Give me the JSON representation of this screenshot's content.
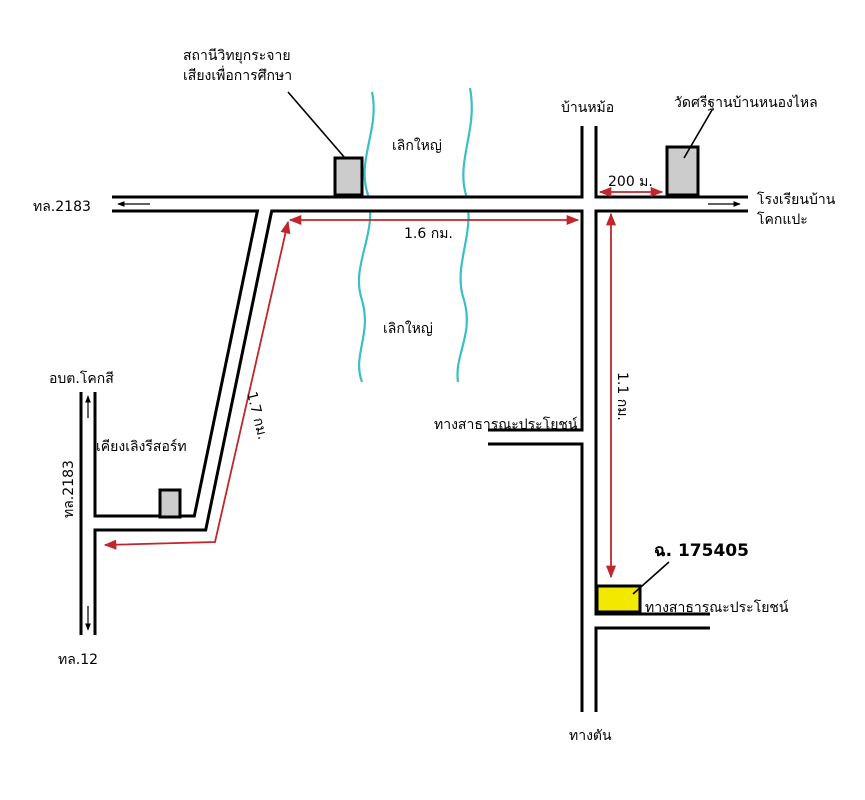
{
  "places": {
    "radio_station_line1": "สถานีวิทยุกระจาย",
    "radio_station_line2": "เสียงเพื่อการศึกษา",
    "temple": "วัดศรีฐานบ้านหนองไหล",
    "ban_mo": "บ้านหม้อ",
    "school_line1": "โรงเรียนบ้าน",
    "school_line2": "โคกแปะ",
    "lerk_yai_top": "เลิกใหญ่",
    "lerk_yai_mid": "เลิกใหญ่",
    "tao_kok_si": "อบต.โคกสี",
    "resort": "เคียงเลิงรีสอร์ท",
    "public_way_1": "ทางสาธารณะประโยชน์",
    "public_way_2": "ทางสาธารณะประโยชน์",
    "dead_end": "ทางตัน",
    "target_id": "ฉ. 175405"
  },
  "roads": {
    "hwy_2183_top": "ทล.2183",
    "hwy_2183_side": "ทล.2183",
    "hwy_12": "ทล.12"
  },
  "distances": {
    "d_200m": "200 ม.",
    "d_1_6km": "1.6 กม.",
    "d_1_7km": "1.7 กม.",
    "d_1_1km": "1.1 กม."
  },
  "colors": {
    "river": "#3bbfc2",
    "distance_line": "#c0262b",
    "building": "#cccccc",
    "target": "#f2e800"
  }
}
